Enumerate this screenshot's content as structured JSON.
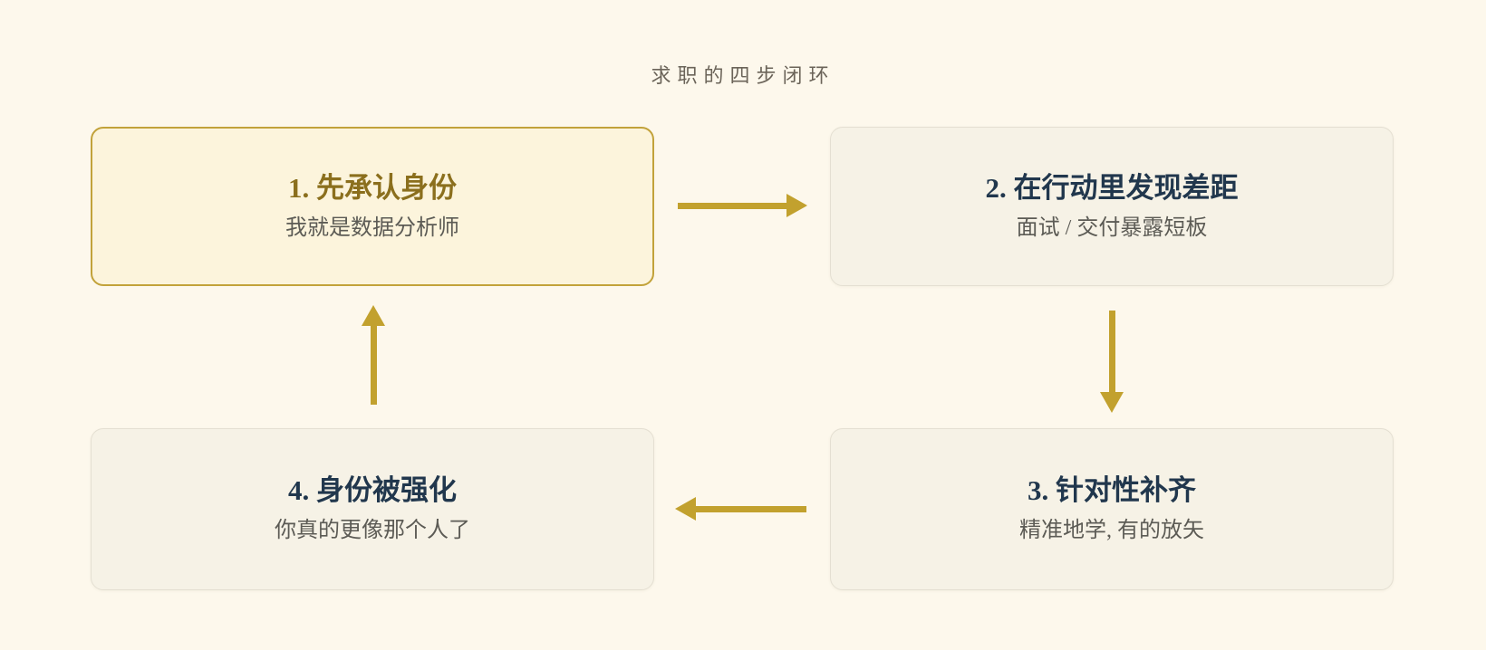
{
  "page": {
    "title": "求职的四步闭环"
  },
  "colors": {
    "background": "#fdf8ec",
    "gold_accent": "#c2a12e",
    "gold_border": "#c2a23a",
    "gold_title_text": "#8b6f1d",
    "navy_title_text": "#21374d",
    "subtitle_gray": "#5c5b55",
    "highlight_box_bg": "#fcf4dc",
    "plain_box_bg": "#f6f2e6",
    "plain_box_border": "#e4dfd2",
    "page_title_gray": "#6b6459"
  },
  "diagram": {
    "type": "cycle-flowchart",
    "steps": [
      {
        "id": 1,
        "title": "1. 先承认身份",
        "subtitle": "我就是数据分析师",
        "highlighted": true,
        "position": "top-left"
      },
      {
        "id": 2,
        "title": "2. 在行动里发现差距",
        "subtitle": "面试 / 交付暴露短板",
        "highlighted": false,
        "position": "top-right"
      },
      {
        "id": 3,
        "title": "3. 针对性补齐",
        "subtitle": "精准地学, 有的放矢",
        "highlighted": false,
        "position": "bottom-right"
      },
      {
        "id": 4,
        "title": "4. 身份被强化",
        "subtitle": "你真的更像那个人了",
        "highlighted": false,
        "position": "bottom-left"
      }
    ],
    "arrows": [
      {
        "from": 1,
        "to": 2,
        "direction": "right"
      },
      {
        "from": 2,
        "to": 3,
        "direction": "down"
      },
      {
        "from": 3,
        "to": 4,
        "direction": "left"
      },
      {
        "from": 4,
        "to": 1,
        "direction": "up"
      }
    ]
  }
}
